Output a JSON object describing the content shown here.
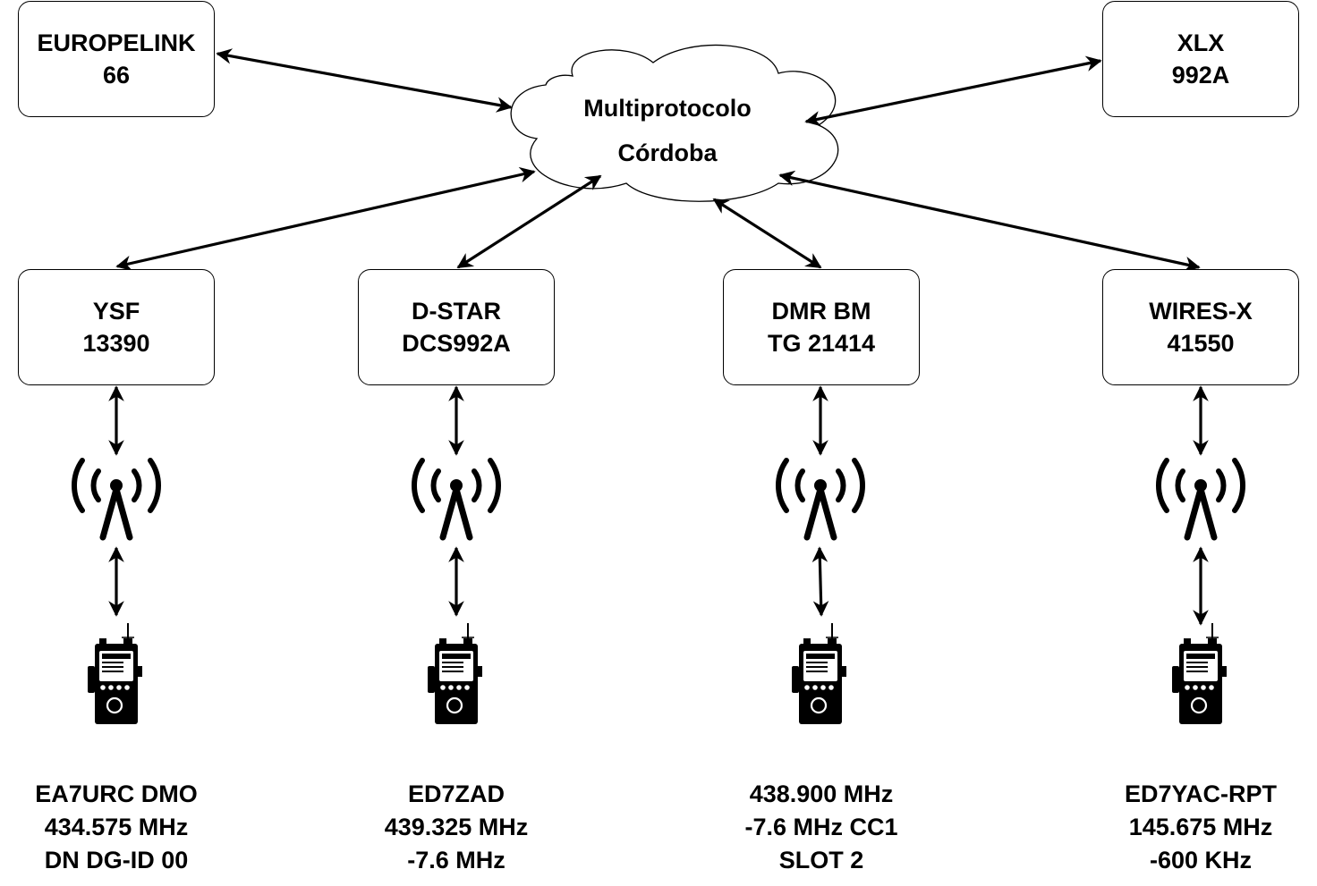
{
  "cloud": {
    "line1": "Multiprotocolo",
    "line2": "Córdoba"
  },
  "reflectors": {
    "europelink": {
      "line1": "EUROPELINK",
      "line2": "66"
    },
    "xlx": {
      "line1": "XLX",
      "line2": "992A"
    }
  },
  "modes": [
    {
      "line1": "YSF",
      "line2": "13390"
    },
    {
      "line1": "D-STAR",
      "line2": "DCS992A"
    },
    {
      "line1": "DMR BM",
      "line2": "TG 21414"
    },
    {
      "line1": "WIRES-X",
      "line2": "41550"
    }
  ],
  "stations": [
    {
      "line1": "EA7URC DMO",
      "line2": "434.575 MHz",
      "line3": "DN DG-ID 00"
    },
    {
      "line1": "ED7ZAD",
      "line2": "439.325 MHz",
      "line3": "-7.6 MHz"
    },
    {
      "line1": "438.900 MHz",
      "line2": "-7.6 MHz CC1",
      "line3": "SLOT 2"
    },
    {
      "line1": "ED7YAC-RPT",
      "line2": "145.675 MHz",
      "line3": "-600 KHz"
    }
  ],
  "icons": {
    "antenna": "antenna-icon",
    "radio": "handheld-radio-icon"
  },
  "colors": {
    "stroke": "#000000",
    "fill": "#ffffff"
  }
}
